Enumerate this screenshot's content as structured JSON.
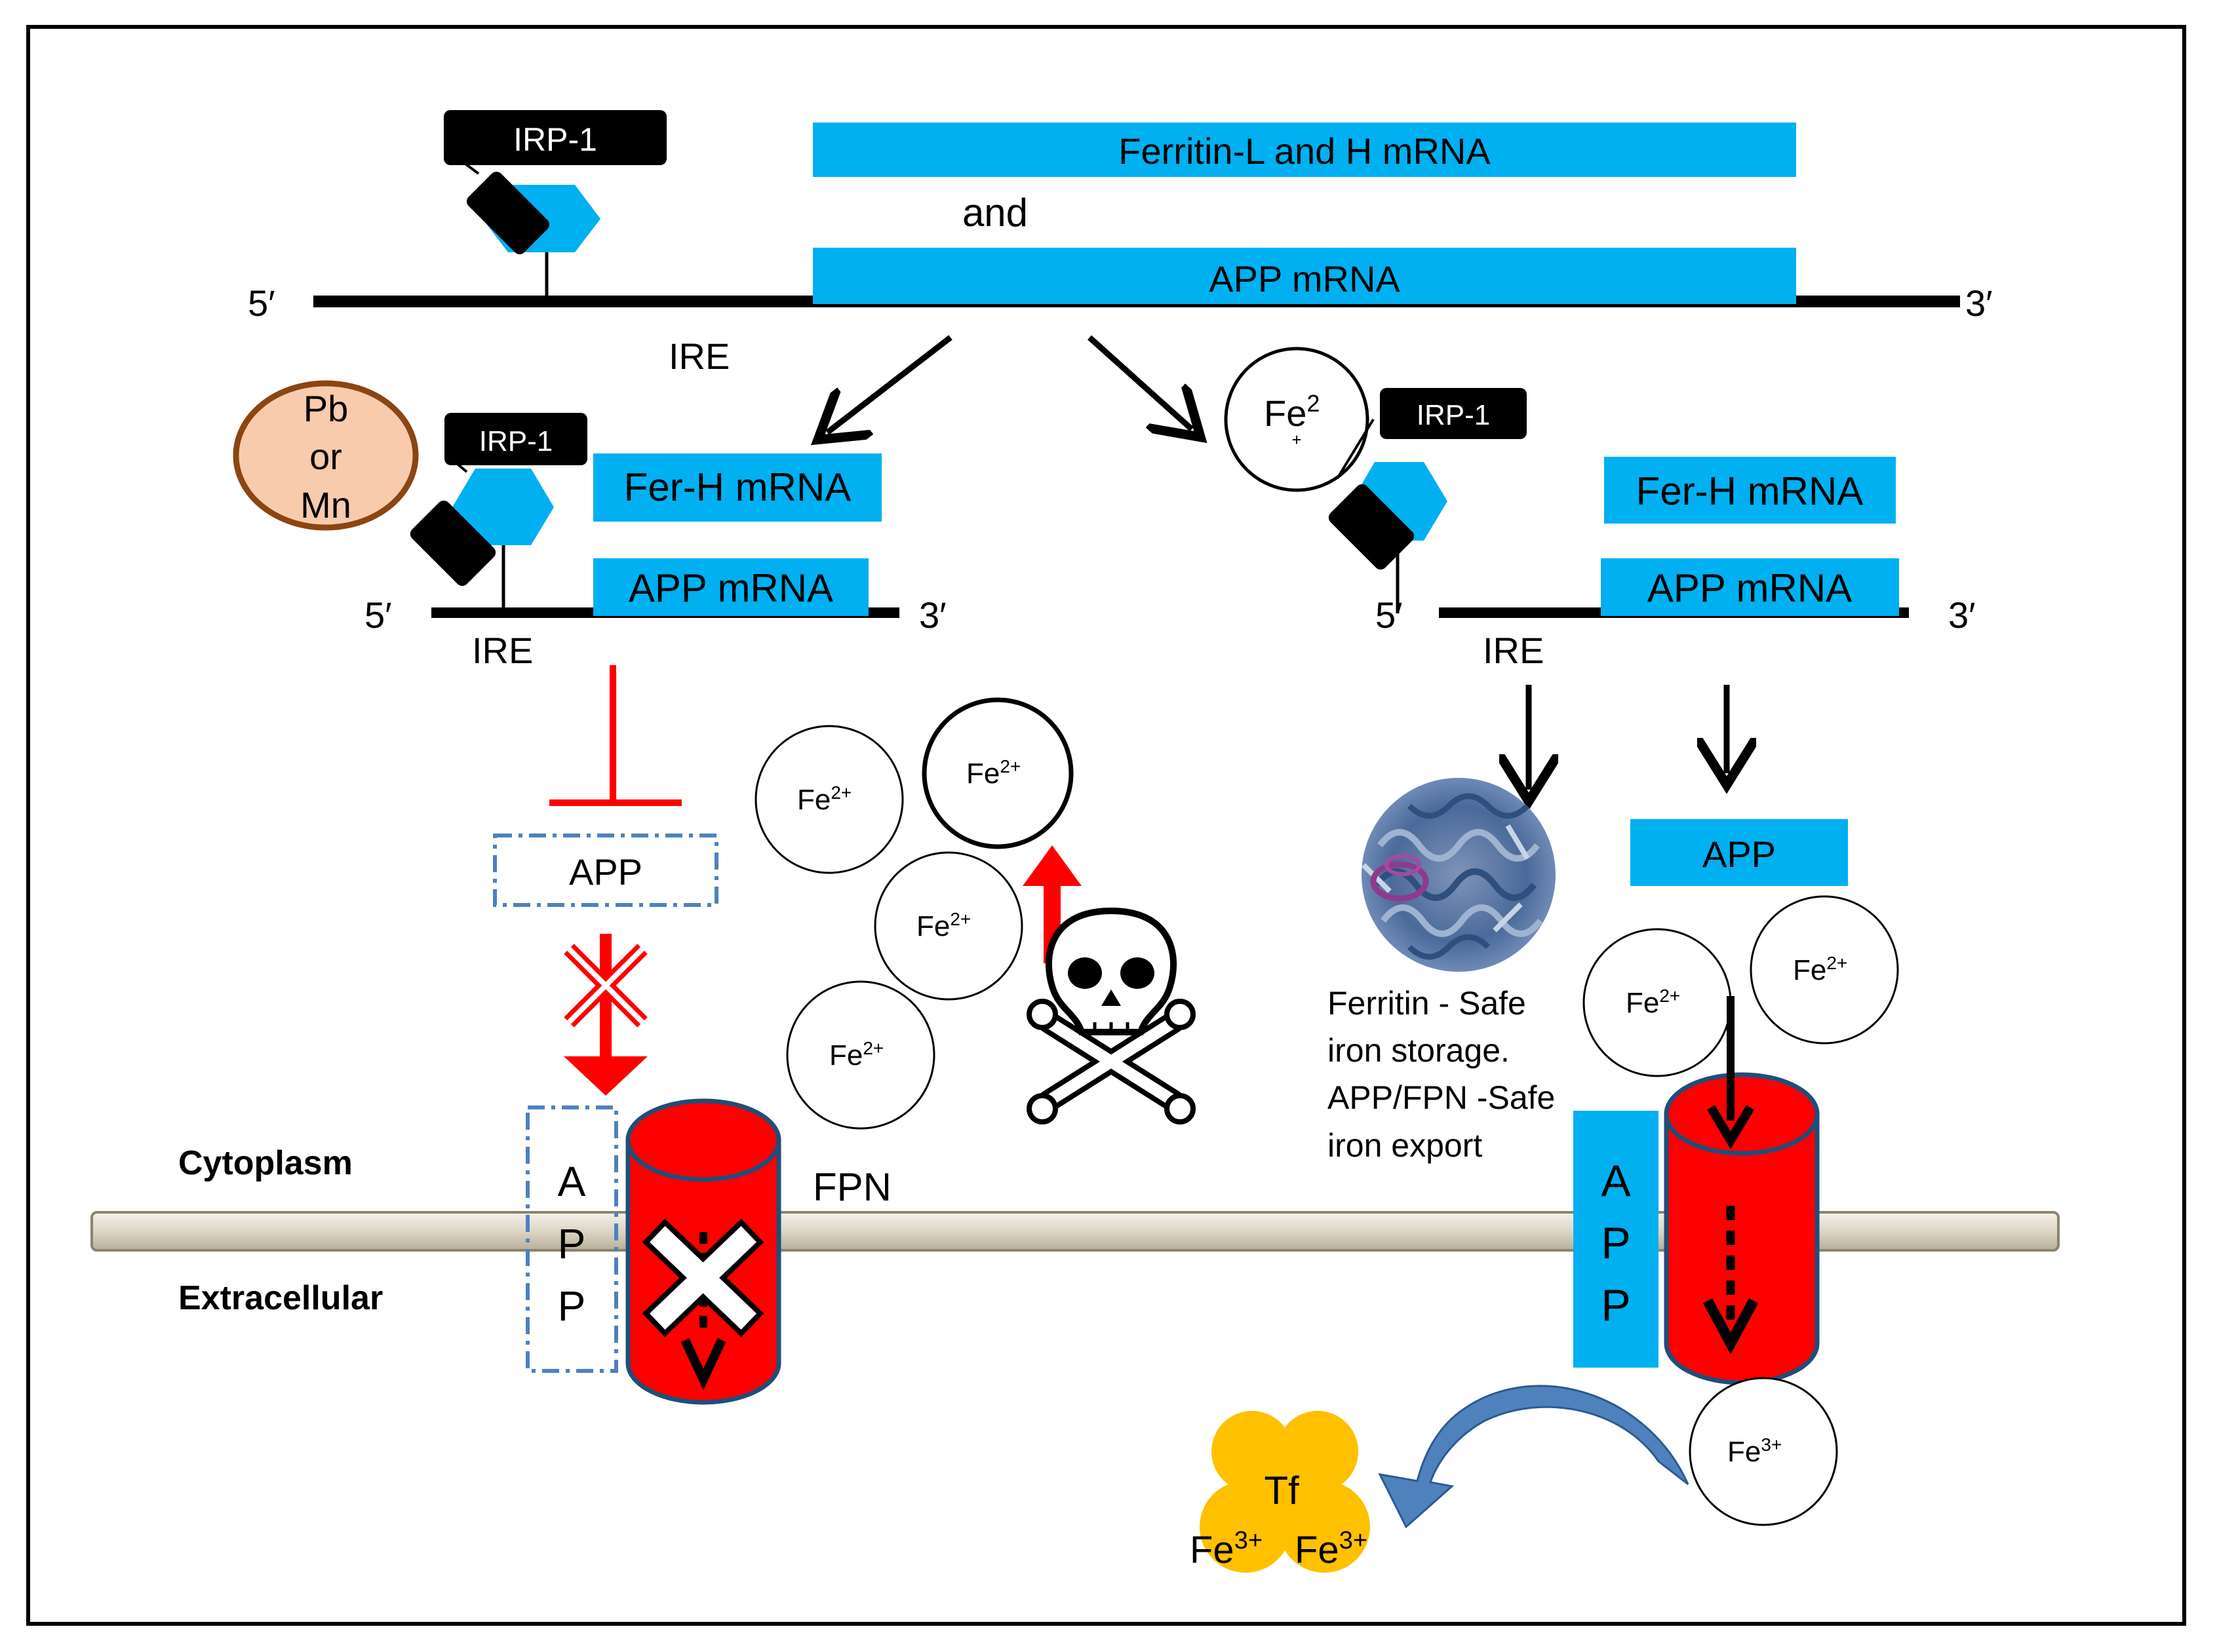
{
  "colors": {
    "mrna_bar": "#00B0F0",
    "irp_box": "#000000",
    "hexagon": "#00B0F0",
    "inhibit_red": "#FF0000",
    "fpn_red": "#FF0000",
    "fpn_outline": "#1F4E79",
    "membrane": "#DDD6C6",
    "metal_fill": "#F8CBAD",
    "metal_border": "#8B4513",
    "tf_yellow": "#FFC000",
    "curve_arrow": "#4F81BD",
    "app_dash": "#4F81BD"
  },
  "top": {
    "irp": "IRP-1",
    "ferritin_mrna": "Ferritin-L and H mRNA",
    "and": "and",
    "app_mrna": "APP mRNA",
    "five": "5′",
    "three": "3′",
    "ire": "IRE"
  },
  "left": {
    "metal_line1": "Pb",
    "metal_line2": "or",
    "metal_line3": "Mn",
    "irp": "IRP-1",
    "ferh": "Fer-H mRNA",
    "app_mrna": "APP mRNA",
    "five": "5′",
    "three": "3′",
    "ire": "IRE",
    "app_box": "APP",
    "app_letters": [
      "A",
      "P",
      "P"
    ]
  },
  "right": {
    "fe_main": "Fe",
    "fe_sup": "2",
    "fe_plus": "+",
    "irp": "IRP-1",
    "ferh": "Fer-H mRNA",
    "app_mrna": "APP mRNA",
    "five": "5′",
    "three": "3′",
    "ire": "IRE",
    "app_box": "APP",
    "ferritin_caption": [
      "Ferritin - Safe",
      "iron  storage.",
      "APP/FPN -Safe",
      "iron  export"
    ],
    "app_letters": [
      "A",
      "P",
      "P"
    ]
  },
  "membrane": {
    "cytoplasm": "Cytoplasm",
    "extracellular": "Extracellular",
    "fpn": "FPN"
  },
  "ions": {
    "fe": "Fe",
    "two_plus": "2+",
    "three_plus": "3+"
  },
  "tf": {
    "label": "Tf",
    "fe": "Fe",
    "sup": "3+"
  }
}
